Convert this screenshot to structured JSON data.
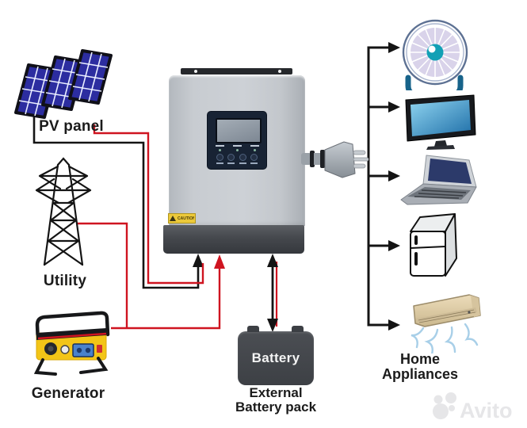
{
  "labels": {
    "pv_panel": "PV panel",
    "utility": "Utility",
    "generator": "Generator",
    "appliances_caption": "Home Appliances"
  },
  "inverter": {
    "caution": "CAUTION"
  },
  "battery": {
    "name": "Battery",
    "caption": "External Battery pack"
  },
  "appliances": [
    "fan",
    "tv",
    "laptop",
    "refrigerator",
    "air-conditioner"
  ],
  "colors": {
    "wire_red": "#cf1420",
    "wire_black": "#141414",
    "inverter_body": "#c8ccd1",
    "inverter_band": "#45484d",
    "display_panel": "#182334",
    "caution_yellow": "#ecc93a",
    "battery": "#43464b",
    "generator_yellow": "#f3c517",
    "fan_teal": "#12a0b5",
    "watermark": "#e6e6e8"
  },
  "watermark": {
    "text": "Avito"
  }
}
